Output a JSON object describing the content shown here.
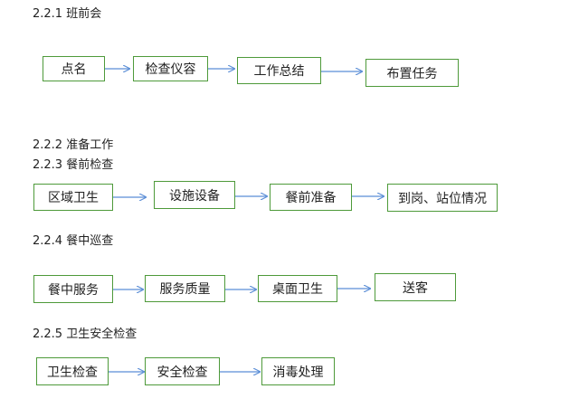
{
  "colors": {
    "box_border": "#4e9a3a",
    "arrow": "#5b8ed6",
    "text": "#222222"
  },
  "sections": [
    {
      "heading": "2.2.1 班前会",
      "steps": [
        "点名",
        "检查仪容",
        "工作总结",
        "布置任务"
      ]
    },
    {
      "heading": "2.2.2 准备工作",
      "steps": []
    },
    {
      "heading": "2.2.3 餐前检查",
      "steps": [
        "区域卫生",
        "设施设备",
        "餐前准备",
        "到岗、站位情况"
      ]
    },
    {
      "heading": "2.2.4 餐中巡查",
      "steps": [
        "餐中服务",
        "服务质量",
        "桌面卫生",
        "送客"
      ]
    },
    {
      "heading": "2.2.5 卫生安全检查",
      "steps": [
        "卫生检查",
        "安全检查",
        "消毒处理"
      ]
    }
  ]
}
